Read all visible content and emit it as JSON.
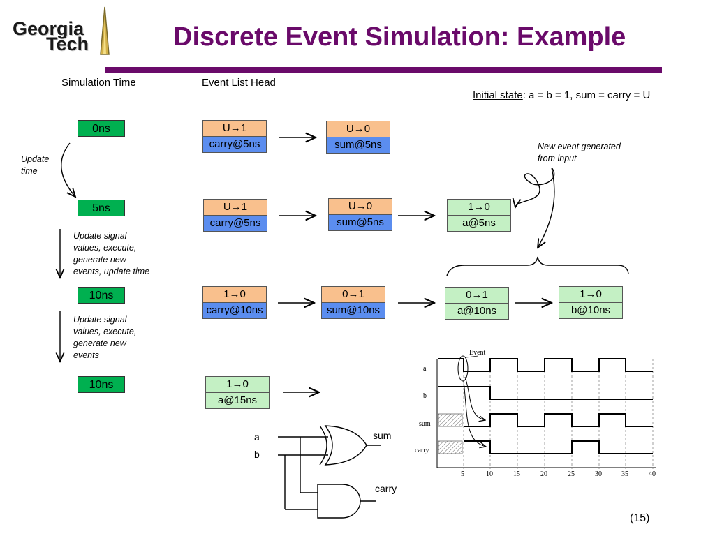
{
  "logo": {
    "line1": "Georgia",
    "line2": "Tech"
  },
  "title": "Discrete Event  Simulation: Example",
  "headers": {
    "sim_time": "Simulation Time",
    "event_list": "Event List Head"
  },
  "initial_state": {
    "label": "Initial state",
    "rest": ": a = b = 1, sum = carry = U"
  },
  "times": [
    "0ns",
    "5ns",
    "10ns",
    "10ns"
  ],
  "notes": {
    "update_time": [
      "Update",
      "time"
    ],
    "step1": [
      "Update signal",
      "values, execute,",
      "generate new",
      "events, update time"
    ],
    "step2": [
      "Update signal",
      "values, execute,",
      "generate new",
      "events"
    ],
    "new_event": [
      "New event generated",
      "from input"
    ]
  },
  "events": {
    "row1": [
      {
        "top": "U→1",
        "bot": "carry@5ns"
      },
      {
        "top": "U→0",
        "bot": "sum@5ns"
      }
    ],
    "row2": [
      {
        "top": "U→1",
        "bot": "carry@5ns"
      },
      {
        "top": "U→0",
        "bot": "sum@5ns"
      },
      {
        "top": "1→0",
        "bot": "a@5ns"
      }
    ],
    "row3": [
      {
        "top": "1→0",
        "bot": "carry@10ns"
      },
      {
        "top": "0→1",
        "bot": "sum@10ns"
      },
      {
        "top": "0→1",
        "bot": "a@10ns"
      },
      {
        "top": "1→0",
        "bot": "b@10ns"
      }
    ],
    "row4": [
      {
        "top": "1→0",
        "bot": "a@15ns"
      }
    ]
  },
  "circuit": {
    "in_a": "a",
    "in_b": "b",
    "out_sum": "sum",
    "out_carry": "carry"
  },
  "timing": {
    "event_label": "Event",
    "signals": [
      "a",
      "b",
      "sum",
      "carry"
    ],
    "ticks": [
      "5",
      "10",
      "15",
      "20",
      "25",
      "30",
      "35",
      "40"
    ]
  },
  "page_number": "(15)"
}
